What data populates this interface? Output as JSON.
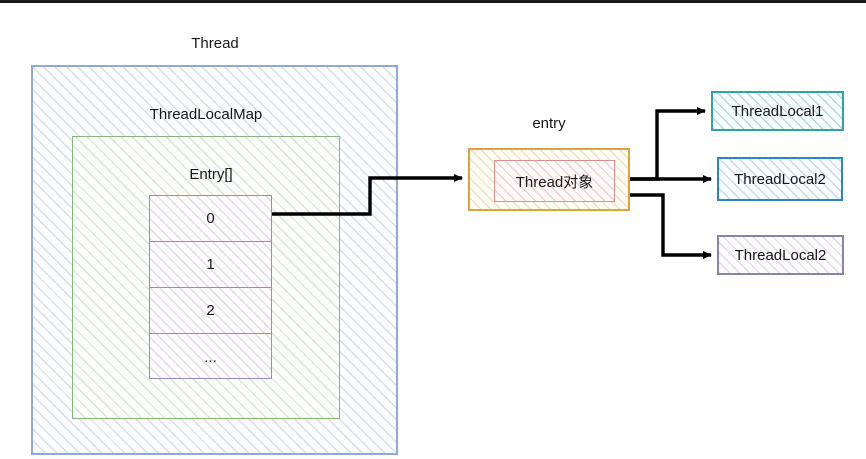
{
  "diagram": {
    "title_thread": "Thread",
    "title_threadlocalmap": "ThreadLocalMap",
    "title_entry_array": "Entry[]",
    "title_entry": "entry",
    "entry_cells": [
      "0",
      "1",
      "2",
      "..."
    ],
    "entry_object_label": "Thread对象",
    "threadlocals": [
      "ThreadLocal1",
      "ThreadLocal2",
      "ThreadLocal2"
    ],
    "colors": {
      "thread_border": "#8faad6",
      "threadlocalmap_border": "#85b878",
      "entry_array_border": "#a287b8",
      "entry_outer_border": "#e0a33a",
      "entry_inner_border": "#d9908f",
      "threadlocal1_border": "#2fa3a8",
      "threadlocal2_border": "#2a87c4",
      "threadlocal3_border": "#8a82a8",
      "connector": "#000000",
      "text": "#18181c",
      "background": "#ffffff"
    }
  }
}
